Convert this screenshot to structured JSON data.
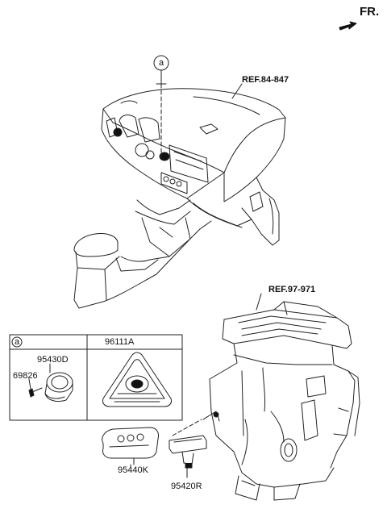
{
  "direction": {
    "label": "FR."
  },
  "callout": {
    "label": "a"
  },
  "references": {
    "dashboard": "REF.84-847",
    "heater": "REF.97-971"
  },
  "inset": {
    "callout": "a",
    "header_part": "96111A",
    "parts": {
      "immobilizer": "95430D",
      "screw": "69826",
      "warning_label": "96111A"
    }
  },
  "parts": {
    "smart_key": "95440K",
    "antenna": "95420R"
  },
  "colors": {
    "line": "#222222",
    "background": "#ffffff"
  }
}
